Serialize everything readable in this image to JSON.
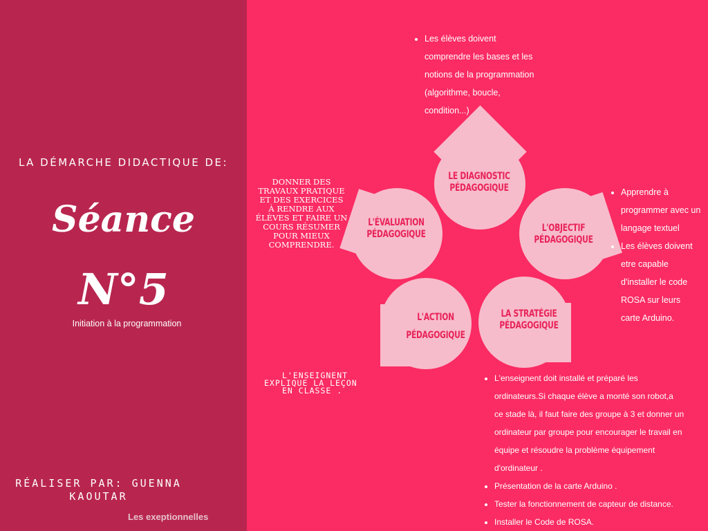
{
  "left": {
    "subtitle": "LA DÉMARCHE DIDACTIQUE DE:",
    "title": "Séance",
    "number": "N°5",
    "caption": "Initiation à la programmation",
    "author_line1": "RÉALISER PAR: GUENNA",
    "author_line2": "KAOUTAR",
    "footer": "Les exeptionnelles"
  },
  "colors": {
    "left_panel": "#b8264f",
    "right_panel": "#fb2b63",
    "petal": "#f7bccb",
    "petal_text": "#e8245a"
  },
  "diagram": {
    "diagnostic": {
      "line1": "LE DIAGNOSTIC",
      "line2": "PÉDAGOGIQUE"
    },
    "objectif": {
      "line1": "L'OBJECTIF",
      "line2": "PÉDAGOGIQUE"
    },
    "strategie": {
      "line1": "LA STRATÉGIE",
      "line2": "PÉDAGOGIQUE"
    },
    "action": {
      "line1": "L'ACTION",
      "line2": "PÉDAGOGIQUE"
    },
    "evaluation": {
      "line1": "L'ÉVALUATION",
      "line2": "PÉDAGOGIQUE"
    }
  },
  "notes": {
    "diagnostic": [
      "Les élèves doivent",
      "comprendre les bases et les",
      "notions  de la programmation",
      "(algorithme, boucle,",
      "condition...)"
    ],
    "objectif": [
      [
        "Apprendre à",
        "programmer avec un",
        "langage textuel"
      ],
      [
        "Les élèves doivent",
        "etre capable",
        "d'installer le code",
        "ROSA sur leurs",
        "carte Arduino."
      ]
    ],
    "strategie": [
      [
        "L'enseignent doit installé et préparé les",
        "ordinateurs.Si chaque élève a monté son robot,a",
        "ce stade là, il faut faire des groupe à 3 et donner un",
        "ordinateur par groupe pour encourager le travail en",
        "équipe et résoudre la problème équipement",
        "d'ordinateur ."
      ],
      [
        "Présentation de la carte Arduino ."
      ],
      [
        "Tester la fonctionnement de capteur de distance."
      ],
      [
        "Installer le Code de  ROSA."
      ]
    ],
    "evaluation": [
      "DONNER DES",
      "TRAVAUX PRATIQUE",
      "ET DES EXERCICES",
      "À RENDRE AUX",
      "ÉLÈVES ET FAIRE UN",
      "COURS RÉSUMER",
      "POUR MIEUX",
      "COMPRENDRE."
    ],
    "action": [
      "L'ENSEIGNENT",
      "EXPLIQUE LA LEÇON",
      "EN CLASSE ."
    ]
  }
}
